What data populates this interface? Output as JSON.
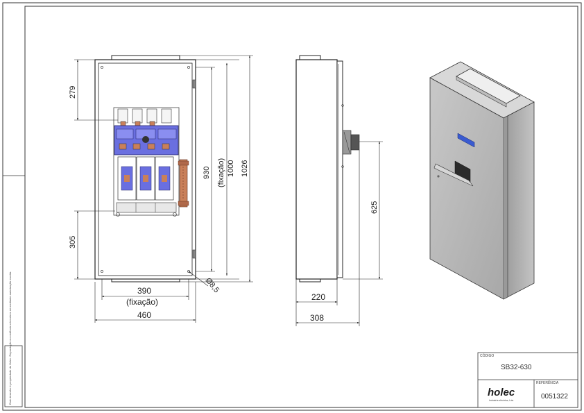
{
  "front_view": {
    "dim_top_offset": "279",
    "dim_bottom_offset": "305",
    "dim_fix_height": "930",
    "dim_fix_height_note": "(fixação)",
    "dim_height_inner": "1000",
    "dim_height_total": "1026",
    "dim_fix_width": "390",
    "dim_fix_width_note": "(fixação)",
    "dim_width_total": "460",
    "dim_hole": "Ø8,5"
  },
  "side_view": {
    "dim_handle_height": "625",
    "dim_depth_body": "220",
    "dim_depth_total": "308"
  },
  "side_note": "Este desenho é propriedade da Holec. Reprodução ou cedência a terceiros só mediante autorização escrita.",
  "title_block": {
    "code_label": "CÓDIGO",
    "code_value": "SB32-630",
    "ref_label": "REFERÊNCIA",
    "ref_value": "0051322",
    "brand": "holec",
    "brand_sub": "Industria eléctrica, Lda"
  },
  "colors": {
    "line": "#2a2a2a",
    "switch_blue": "#6a6fe0",
    "copper": "#c9805a",
    "cabinet_grey": "#b9b9b9",
    "indicator_blue": "#3a5bd0"
  }
}
